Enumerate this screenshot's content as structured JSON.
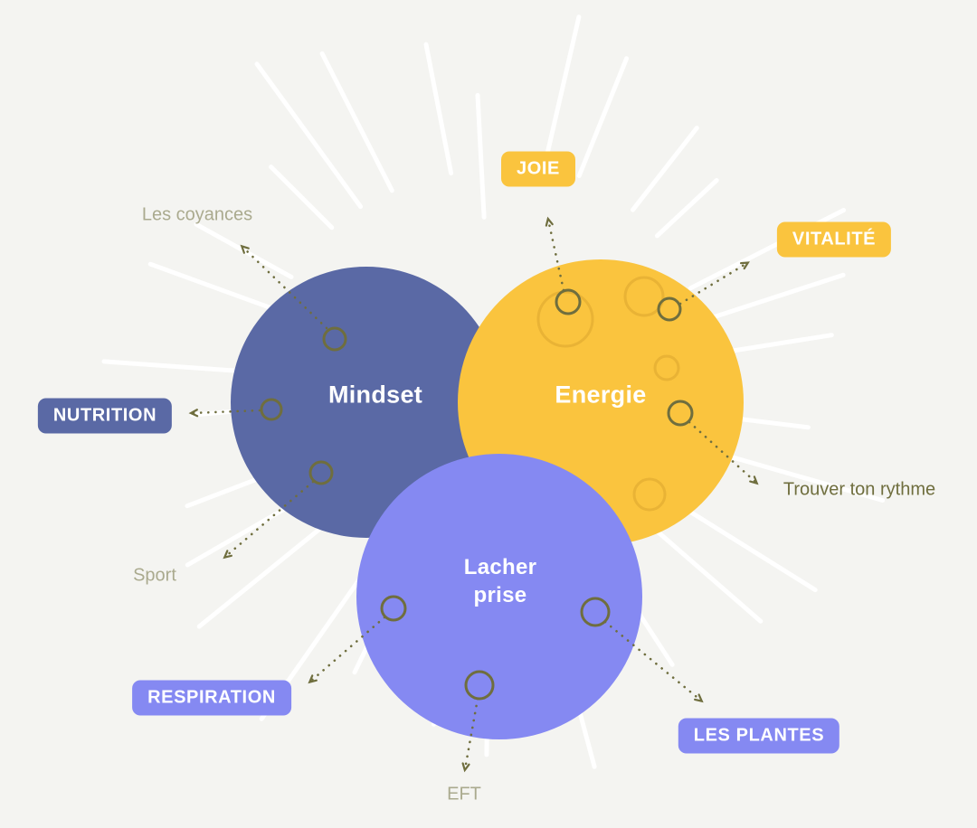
{
  "palette": {
    "background": "#f4f4f1",
    "ray": "#ffffff",
    "mindset_blue": "#5a69a5",
    "energie_yellow": "#fac43e",
    "lacher_purple": "#8589f2",
    "olive": "#6f6e3e"
  },
  "circles": {
    "mindset": {
      "label": "Mindset"
    },
    "energie": {
      "label": "Energie"
    },
    "lacher_prise": {
      "line1": "Lacher",
      "line2": "prise"
    }
  },
  "badges": {
    "joie": "JOIE",
    "vitalite": "VITALITÉ",
    "nutrition": "NUTRITION",
    "respiration": "RESPIRATION",
    "les_plantes": "LES PLANTES"
  },
  "labels": {
    "croyances": "Les coyances",
    "rythme": "Trouver ton rythme",
    "sport": "Sport",
    "eft": "EFT"
  }
}
